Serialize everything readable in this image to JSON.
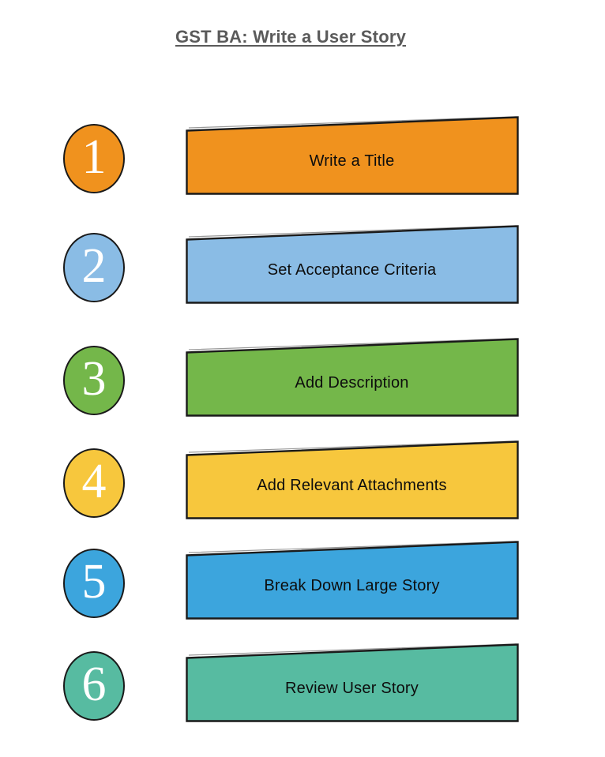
{
  "title": "GST BA: Write a User Story",
  "title_color": "#5a5a5a",
  "border_color": "#1a1a1a",
  "steps": [
    {
      "number": "1",
      "label": "Write a Title",
      "color": "#F0921E"
    },
    {
      "number": "2",
      "label": "Set Acceptance Criteria",
      "color": "#8ABCE5"
    },
    {
      "number": "3",
      "label": "Add Description",
      "color": "#74B74A"
    },
    {
      "number": "4",
      "label": "Add Relevant Attachments",
      "color": "#F7C73D"
    },
    {
      "number": "5",
      "label": "Break Down Large Story",
      "color": "#3CA5DD"
    },
    {
      "number": "6",
      "label": "Review User Story",
      "color": "#57BBA1"
    }
  ]
}
